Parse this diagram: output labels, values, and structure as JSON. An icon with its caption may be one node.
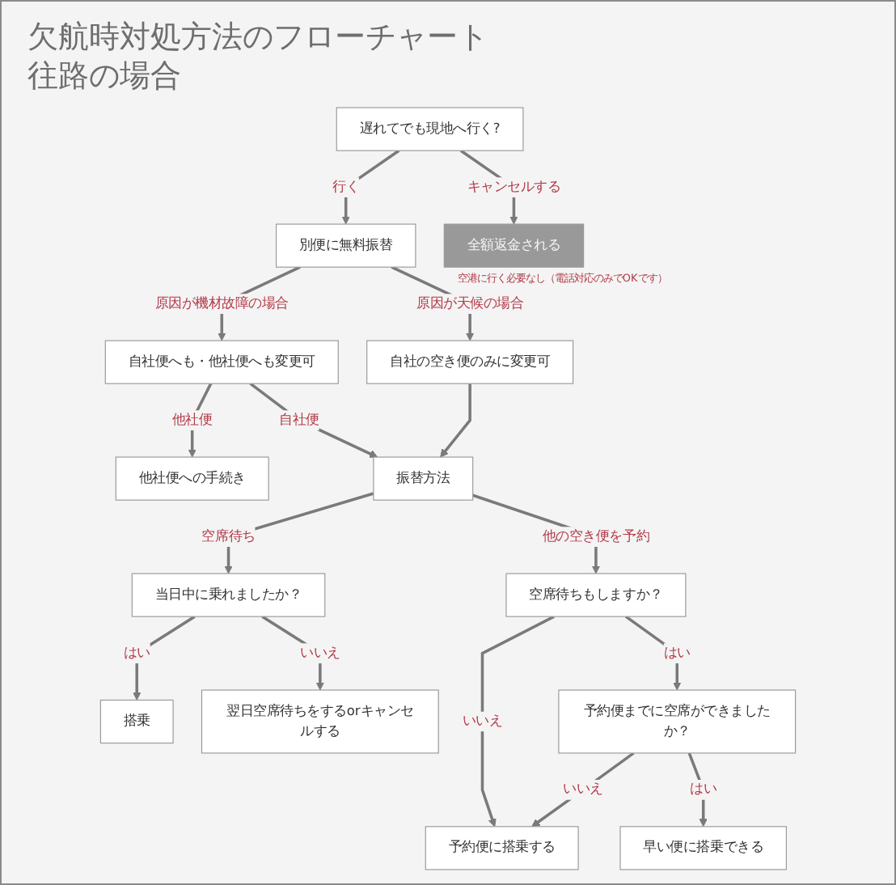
{
  "diagram": {
    "title": "欠航時対処方法のフローチャート",
    "nodes": [
      {
        "text": [
          "遅れてでも現地へ行く?"
        ]
      },
      {
        "text": [
          "全額返金される"
        ],
        "beside": [
          "空港に行く必要なし（電話対応のみでOKです）"
        ]
      },
      {
        "text": [
          "別便に無料振替"
        ]
      },
      {
        "text": [
          "自社便へも・他社便へも変更可"
        ]
      },
      {
        "text": [
          "自社の空き便のみに変更可"
        ]
      },
      {
        "text": [
          "他社便への手続き"
        ]
      },
      {
        "text": [
          "振替方法"
        ]
      },
      {
        "text": [
          "当日中に乗れましたか？"
        ]
      },
      {
        "text": [
          "空席待ちもしますか？"
        ]
      },
      {
        "text": [
          "搭乗"
        ]
      },
      {
        "text": [
          "翌日空席待ちをするorキャンセルする"
        ]
      },
      {
        "text": [
          "予約便までに空席ができましたか？"
        ]
      },
      {
        "text": [
          "予約便に搭乗する"
        ]
      },
      {
        "text": [
          "早い便に搭乗できる"
        ]
      }
    ],
    "edges": [
      {
        "from": 0,
        "to": 1,
        "arrow": "to",
        "label": "キャンセルする"
      },
      {
        "from": 0,
        "to": 2,
        "arrow": "to",
        "label": "行く"
      },
      {
        "from": 2,
        "to": 3,
        "arrow": "to",
        "label": "原因が機材故障の場合"
      },
      {
        "from": 2,
        "to": 4,
        "arrow": "to",
        "label": "原因が天候の場合"
      },
      {
        "from": 3,
        "to": 5,
        "arrow": "to",
        "label": "他社便"
      },
      {
        "from": 3,
        "to": 6,
        "arrow": "to",
        "label": "自社便"
      },
      {
        "from": 4,
        "to": 6,
        "arrow": "to"
      },
      {
        "from": 6,
        "to": 7,
        "arrow": "to",
        "label": "空席待ち"
      },
      {
        "from": 6,
        "to": 8,
        "arrow": "to",
        "label": "他の空き便を予約"
      },
      {
        "from": 7,
        "to": 9,
        "arrow": "to",
        "label": "はい"
      },
      {
        "from": 7,
        "to": 10,
        "arrow": "to",
        "label": "いいえ"
      },
      {
        "from": 8,
        "to": 11,
        "arrow": "to",
        "label": "はい"
      },
      {
        "from": 8,
        "to": 12,
        "arrow": "to",
        "label": "いいえ"
      },
      {
        "from": 11,
        "to": 12,
        "arrow": "to",
        "label": "いいえ"
      },
      {
        "from": 11,
        "to": 13,
        "arrow": "to",
        "label": "はい"
      }
    ],
    "labels": [
      "往路の場合"
    ]
  }
}
